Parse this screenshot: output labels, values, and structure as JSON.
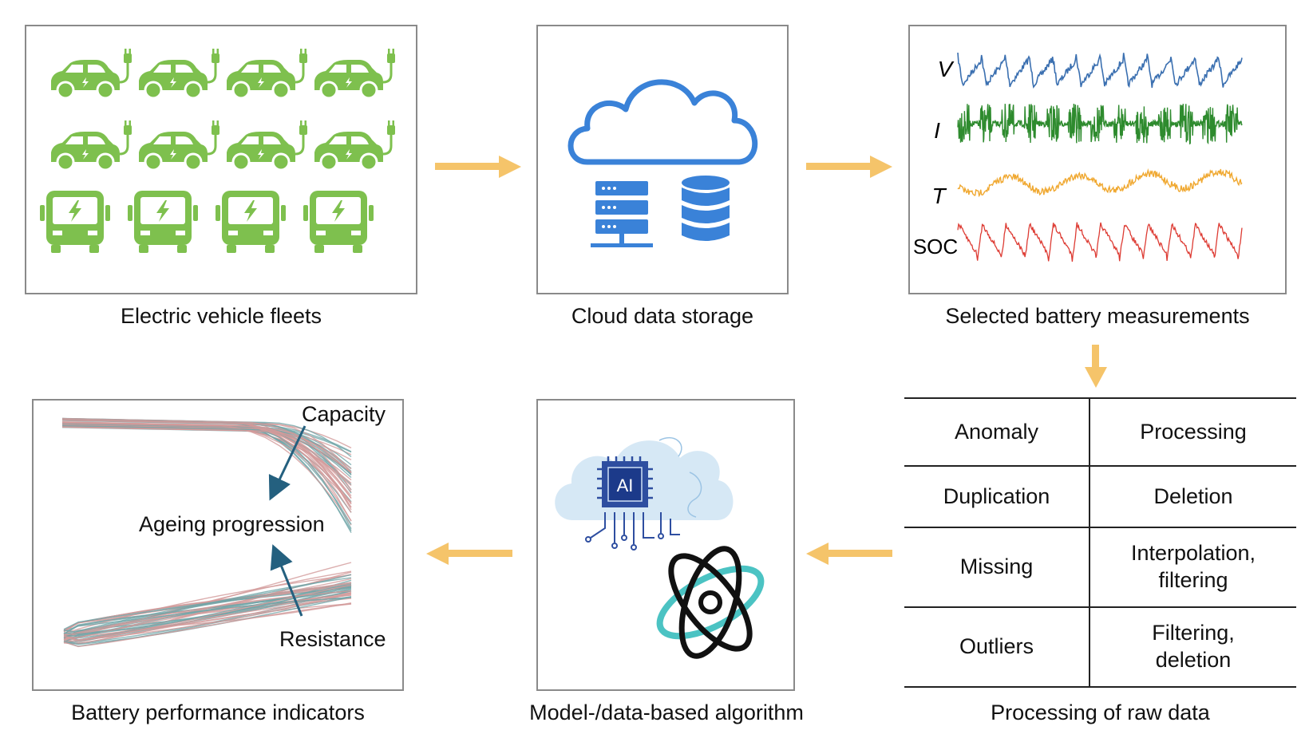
{
  "colors": {
    "vehicle": "#7ec04e",
    "cloud_blue": "#3a82d8",
    "arrow": "#f5c46a",
    "voltage": "#3a6fb0",
    "current": "#2e8b2e",
    "temperature": "#f0a830",
    "soc": "#dd3b33",
    "capacity_red": "#d29a9a",
    "capacity_teal": "#6fa5a8",
    "ageing_arrow": "#24607f"
  },
  "panels": {
    "fleets": {
      "caption": "Electric vehicle fleets",
      "icons": [
        "car-charging-icon",
        "bus-charging-icon"
      ]
    },
    "cloud": {
      "caption": "Cloud data storage",
      "icons": [
        "cloud-icon",
        "server-icon",
        "database-icon"
      ]
    },
    "measurements": {
      "caption": "Selected battery measurements",
      "signals": [
        {
          "label": "V"
        },
        {
          "label": "I"
        },
        {
          "label": "T"
        },
        {
          "label": "SOC"
        }
      ]
    },
    "processing": {
      "caption": "Processing of raw data",
      "rows": [
        {
          "issue": "Anomaly",
          "action": "Processing"
        },
        {
          "issue": "Duplication",
          "action": "Deletion"
        },
        {
          "issue": "Missing",
          "action": "Interpolation,\nfiltering"
        },
        {
          "issue": "Outliers",
          "action": "Filtering,\ndeletion"
        }
      ]
    },
    "algorithm": {
      "caption": "Model-/data-based algorithm",
      "chip_label": "AI",
      "icons": [
        "ai-cloud-chip-icon",
        "atom-icon"
      ]
    },
    "indicators": {
      "caption": "Battery performance indicators",
      "capacity_label": "Capacity",
      "ageing_label": "Ageing progression",
      "resistance_label": "Resistance"
    }
  }
}
